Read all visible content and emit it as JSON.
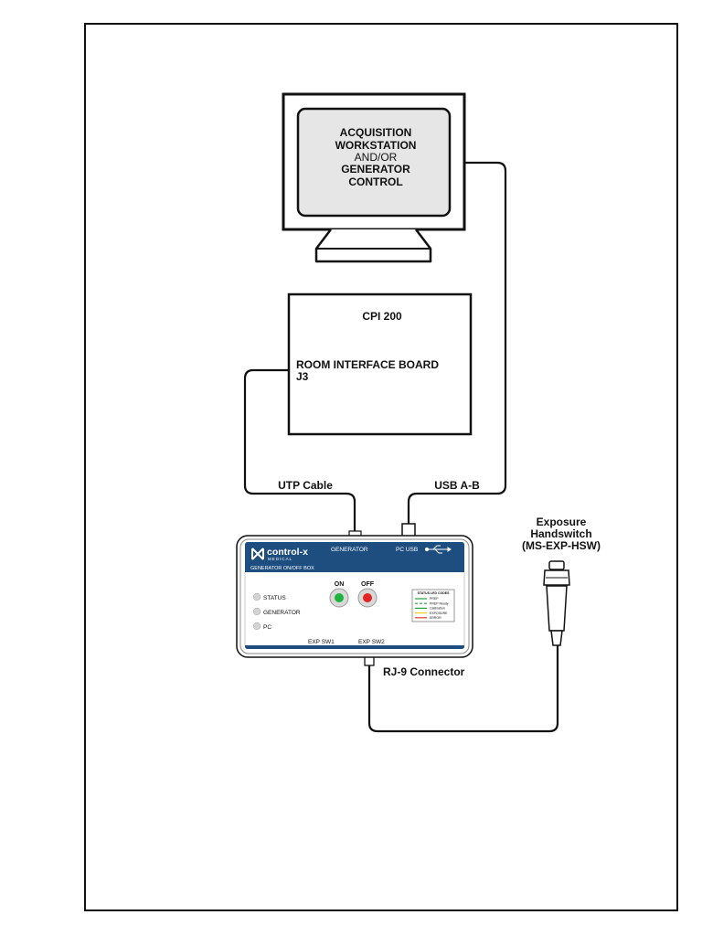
{
  "monitor": {
    "line1": "ACQUISITION",
    "line2": "WORKSTATION",
    "line3": "AND/OR",
    "line4": "GENERATOR",
    "line5": "CONTROL"
  },
  "cpi": {
    "title": "CPI 200",
    "line1": "ROOM INTERFACE BOARD",
    "line2": "J3"
  },
  "cables": {
    "utp": "UTP Cable",
    "usb": "USB A-B",
    "rj9": "RJ-9 Connector"
  },
  "handswitch": {
    "line1": "Exposure",
    "line2": "Handswitch",
    "line3": "(MS-EXP-HSW)"
  },
  "box": {
    "brand": "control-x",
    "brand_sub": "MEDICAL",
    "generator_port": "GENERATOR",
    "pc_port": "PC USB",
    "subtitle": "GENERATOR ON/OFF BOX",
    "on": "ON",
    "off": "OFF",
    "status": "STATUS",
    "generator": "GENERATOR",
    "pc": "PC",
    "exp_sw1": "EXP SW1",
    "exp_sw2": "EXP SW2",
    "legend_title": "STATUS LED CODES",
    "legend": [
      {
        "label": "PREP",
        "color": "#22a33a",
        "dash": false
      },
      {
        "label": "PREP Ready",
        "color": "#22a33a",
        "dash": true
      },
      {
        "label": "Calibration",
        "color": "#22a33a",
        "dash": false
      },
      {
        "label": "EXPOSURE",
        "color": "#e8d21c",
        "dash": false
      },
      {
        "label": "ERROR",
        "color": "#e23a2a",
        "dash": false
      }
    ]
  },
  "colors": {
    "box_blue": "#1e4d80",
    "on_led": "#1db43d",
    "off_led": "#e42323"
  }
}
